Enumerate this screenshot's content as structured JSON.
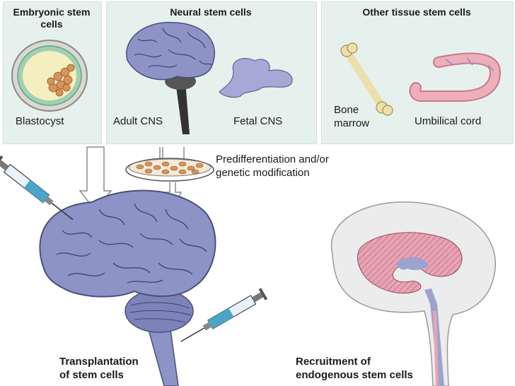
{
  "panels": {
    "embryonic": {
      "title": "Embryonic stem cells",
      "item": "Blastocyst"
    },
    "neural": {
      "title": "Neural stem cells",
      "adult": "Adult CNS",
      "fetal": "Fetal CNS"
    },
    "other": {
      "title": "Other tissue stem cells",
      "bone": "Bone marrow",
      "cord": "Umbilical cord"
    }
  },
  "process": {
    "predifferentiation": "Predifferentiation and/or genetic modification"
  },
  "outcomes": {
    "transplantation": "Transplantation of stem cells",
    "recruitment": "Recruitment of endogenous stem cells"
  },
  "colors": {
    "panel_bg": "#e6f1ee",
    "brain": "#9da3cf",
    "brain_dark": "#5c6399",
    "syringe_blue": "#4aa6c8",
    "pink": "#e8a4b5",
    "bone": "#ecdfaa",
    "cell_orange": "#d8935a"
  }
}
